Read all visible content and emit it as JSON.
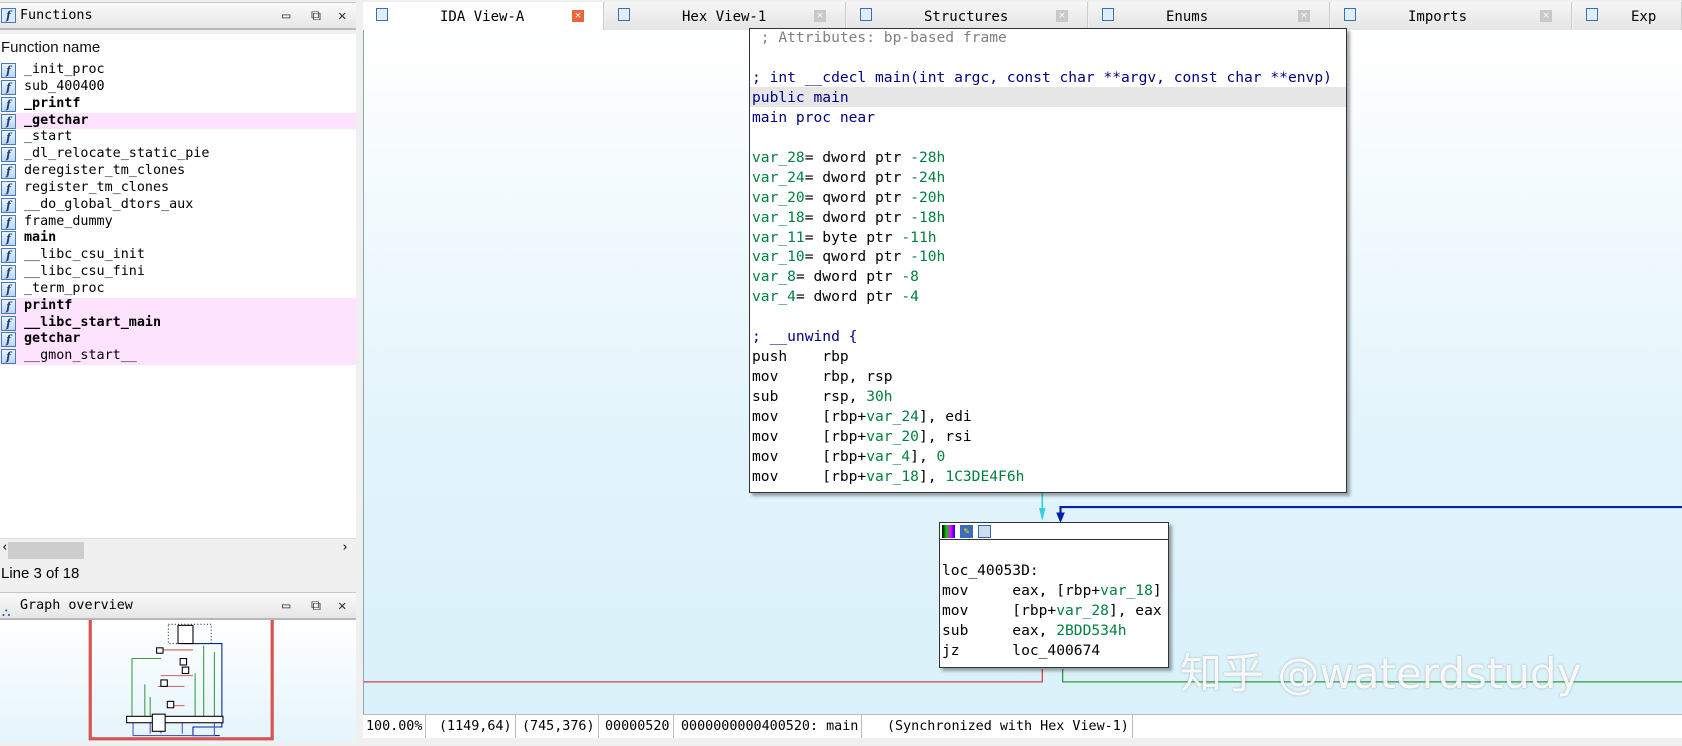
{
  "functions_panel": {
    "title": "Functions",
    "column_header": "Function name",
    "items": [
      {
        "name": "_init_proc",
        "style": "normal"
      },
      {
        "name": "sub_400400",
        "style": "normal"
      },
      {
        "name": "_printf",
        "style": "bold selected"
      },
      {
        "name": "_getchar",
        "style": "bold pink"
      },
      {
        "name": "_start",
        "style": "normal"
      },
      {
        "name": "_dl_relocate_static_pie",
        "style": "normal"
      },
      {
        "name": "deregister_tm_clones",
        "style": "normal"
      },
      {
        "name": "register_tm_clones",
        "style": "normal"
      },
      {
        "name": "__do_global_dtors_aux",
        "style": "normal"
      },
      {
        "name": "frame_dummy",
        "style": "normal"
      },
      {
        "name": "main",
        "style": "bold"
      },
      {
        "name": "__libc_csu_init",
        "style": "normal"
      },
      {
        "name": "__libc_csu_fini",
        "style": "normal"
      },
      {
        "name": "_term_proc",
        "style": "normal"
      },
      {
        "name": "printf",
        "style": "bold pink"
      },
      {
        "name": "__libc_start_main",
        "style": "bold pink"
      },
      {
        "name": "getchar",
        "style": "bold pink"
      },
      {
        "name": "__gmon_start__",
        "style": "pink"
      }
    ],
    "line_status": "Line 3 of 18"
  },
  "graph_overview": {
    "title": "Graph overview"
  },
  "tabs": [
    {
      "label": "IDA View-A",
      "active": true
    },
    {
      "label": "Hex View-1"
    },
    {
      "label": "Structures"
    },
    {
      "label": "Enums"
    },
    {
      "label": "Imports"
    },
    {
      "label": "Exp"
    }
  ],
  "node_main": {
    "lines": [
      [
        [
          " ; Attributes: bp-based frame",
          "cmt"
        ]
      ],
      [],
      [
        [
          "; int __cdecl main(int argc, const char **argv, const char **envp)",
          "kw"
        ]
      ],
      [
        [
          "public main",
          "kw"
        ]
      ],
      [
        [
          "main proc near",
          "kw"
        ]
      ],
      [],
      [
        [
          "var_28",
          "var"
        ],
        [
          "= dword ptr ",
          "txt"
        ],
        [
          "-28h",
          "num"
        ]
      ],
      [
        [
          "var_24",
          "var"
        ],
        [
          "= dword ptr ",
          "txt"
        ],
        [
          "-24h",
          "num"
        ]
      ],
      [
        [
          "var_20",
          "var"
        ],
        [
          "= qword ptr ",
          "txt"
        ],
        [
          "-20h",
          "num"
        ]
      ],
      [
        [
          "var_18",
          "var"
        ],
        [
          "= dword ptr ",
          "txt"
        ],
        [
          "-18h",
          "num"
        ]
      ],
      [
        [
          "var_11",
          "var"
        ],
        [
          "= byte ptr ",
          "txt"
        ],
        [
          "-11h",
          "num"
        ]
      ],
      [
        [
          "var_10",
          "var"
        ],
        [
          "= qword ptr ",
          "txt"
        ],
        [
          "-10h",
          "num"
        ]
      ],
      [
        [
          "var_8",
          "var"
        ],
        [
          "= dword ptr ",
          "txt"
        ],
        [
          "-8",
          "num"
        ]
      ],
      [
        [
          "var_4",
          "var"
        ],
        [
          "= dword ptr ",
          "txt"
        ],
        [
          "-4",
          "num"
        ]
      ],
      [],
      [
        [
          "; __unwind {",
          "kw"
        ]
      ],
      [
        [
          "push    rbp",
          "txt"
        ]
      ],
      [
        [
          "mov     rbp, rsp",
          "txt"
        ]
      ],
      [
        [
          "sub     rsp, ",
          "txt"
        ],
        [
          "30h",
          "num"
        ]
      ],
      [
        [
          "mov     [rbp+",
          "txt"
        ],
        [
          "var_24",
          "var"
        ],
        [
          "], edi",
          "txt"
        ]
      ],
      [
        [
          "mov     [rbp+",
          "txt"
        ],
        [
          "var_20",
          "var"
        ],
        [
          "], rsi",
          "txt"
        ]
      ],
      [
        [
          "mov     [rbp+",
          "txt"
        ],
        [
          "var_4",
          "var"
        ],
        [
          "], ",
          "txt"
        ],
        [
          "0",
          "num"
        ]
      ],
      [
        [
          "mov     [rbp+",
          "txt"
        ],
        [
          "var_18",
          "var"
        ],
        [
          "], ",
          "txt"
        ],
        [
          "1C3DE4F6h",
          "num"
        ]
      ]
    ]
  },
  "node_loc": {
    "lines": [
      [],
      [
        [
          "loc_40053D:",
          "txt"
        ]
      ],
      [
        [
          "mov     eax, [rbp+",
          "txt"
        ],
        [
          "var_18",
          "var"
        ],
        [
          "]",
          "txt"
        ]
      ],
      [
        [
          "mov     [rbp+",
          "txt"
        ],
        [
          "var_28",
          "var"
        ],
        [
          "], eax",
          "txt"
        ]
      ],
      [
        [
          "sub     eax, ",
          "txt"
        ],
        [
          "2BDD534h",
          "num"
        ]
      ],
      [
        [
          "jz      loc_400674",
          "txt"
        ]
      ]
    ]
  },
  "statusbar": {
    "zoom": "100.00%",
    "coords1": "(1149,64)",
    "coords2": "(745,376)",
    "offset": "00000520",
    "address": "0000000000400520: main",
    "sync": "(Synchronized with Hex View-1)"
  },
  "watermark": "知乎 @waterdstudy",
  "colors": {
    "keyword": "#000080",
    "variable": "#008040",
    "comment": "#808080",
    "edge_true": "#2e9b3e",
    "edge_false": "#d44040",
    "edge_back": "#0022aa",
    "overview_frame": "#d9534f"
  }
}
